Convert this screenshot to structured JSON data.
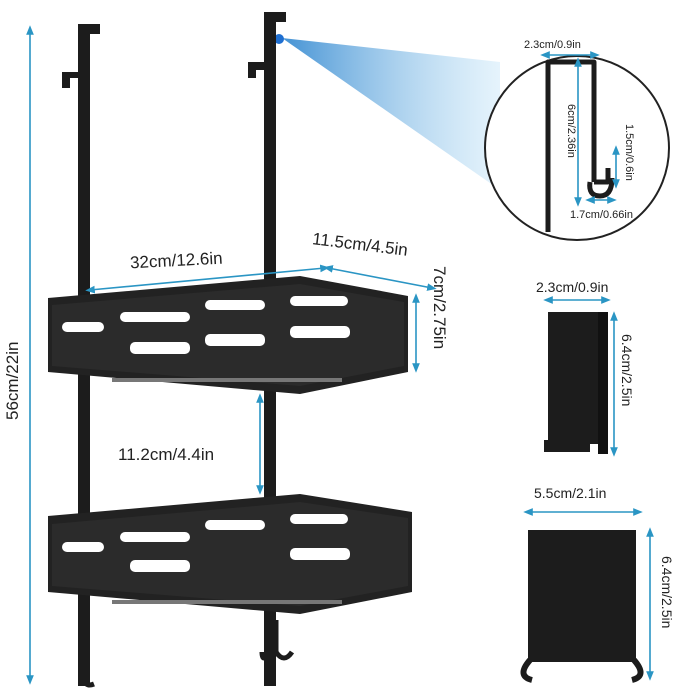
{
  "colors": {
    "product": "#1c1c1c",
    "dimension_line": "#2a95c4",
    "callout_beam": "#3a8fd0",
    "background": "#ffffff"
  },
  "dimensions": {
    "total_height": "56cm/22in",
    "basket_width": "32cm/12.6in",
    "basket_depth": "11.5cm/4.5in",
    "basket_height": "7cm/2.75in",
    "basket_spacing": "11.2cm/4.4in"
  },
  "hook_detail": {
    "width": "2.3cm/0.9in",
    "drop": "6cm/2.36in",
    "hook_height": "1.5cm/0.6in",
    "hook_gap": "1.7cm/0.66in"
  },
  "side_hook": {
    "width": "2.3cm/0.9in",
    "height": "6.4cm/2.5in"
  },
  "front_hook": {
    "width": "5.5cm/2.1in",
    "height": "6.4cm/2.5in"
  }
}
